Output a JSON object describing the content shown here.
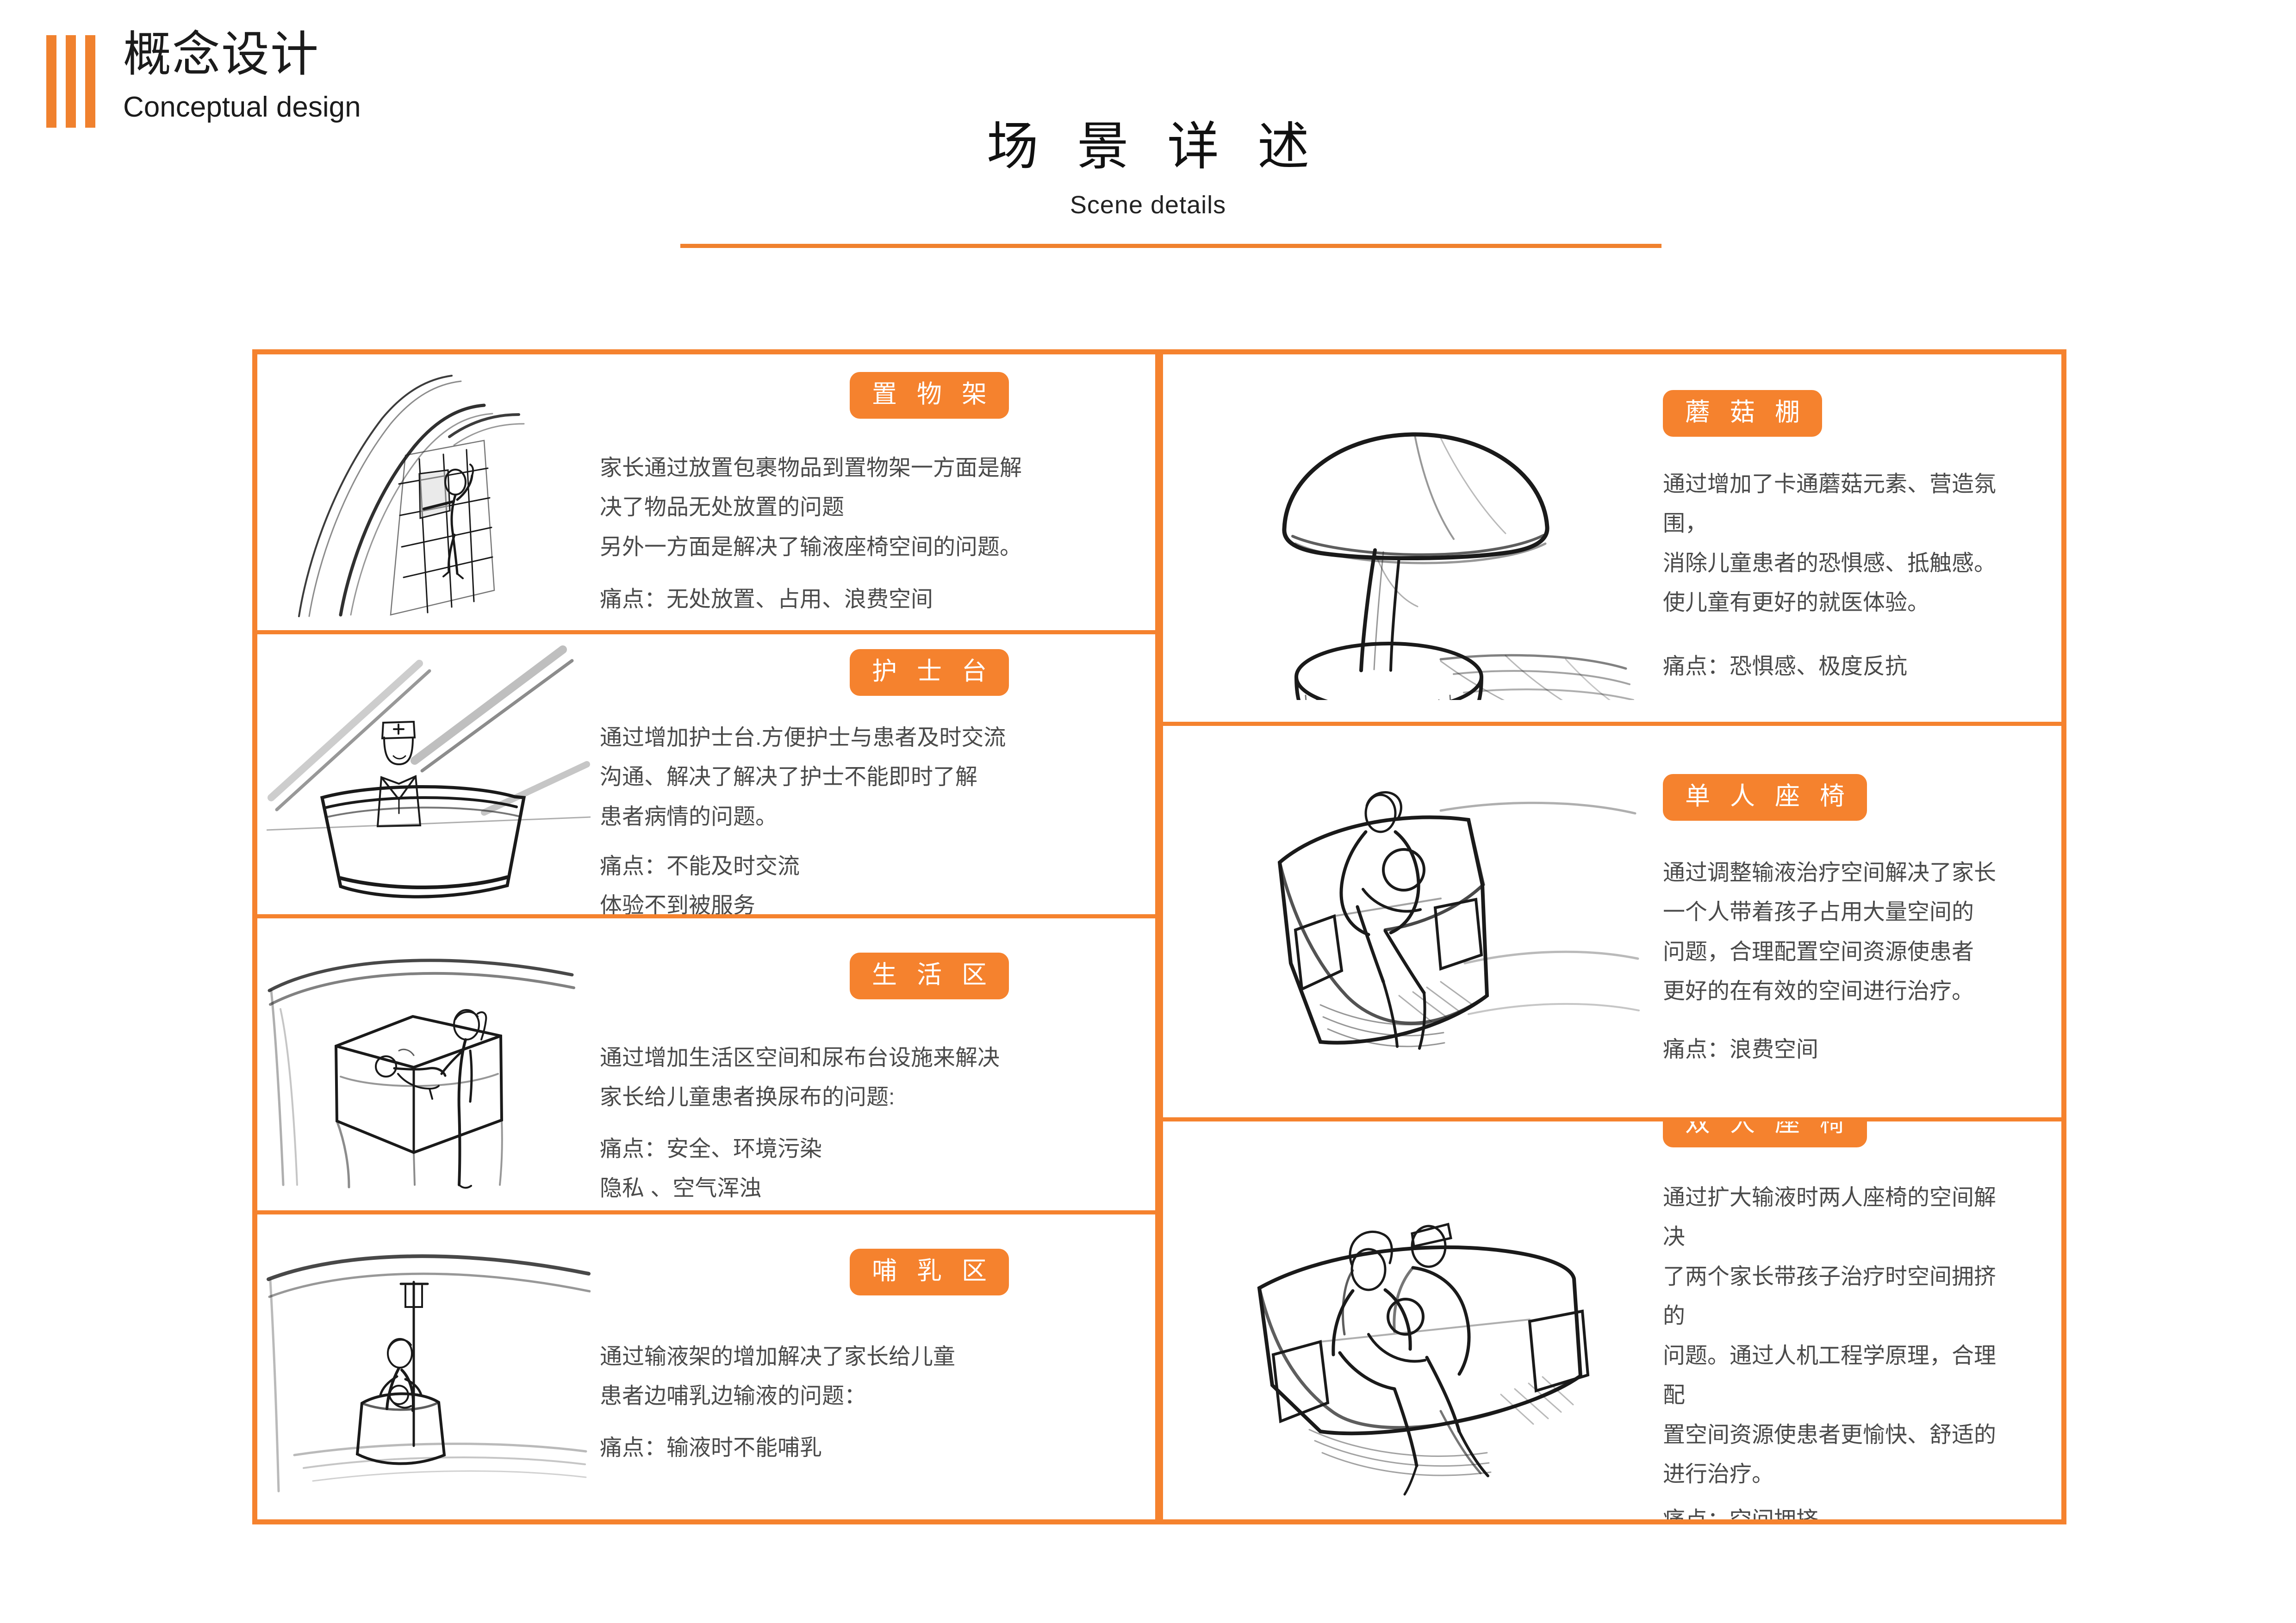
{
  "brand": {
    "cn": "概念设计",
    "en": "Conceptual design",
    "accent": "#F0812E"
  },
  "page_title": {
    "cn": "场 景 详 述",
    "en": "Scene details"
  },
  "theme": {
    "accent": "#F5822E",
    "frame_border": "#F5822E",
    "text": "#4a4a4a",
    "badge_text": "#ffffff"
  },
  "left_column": [
    {
      "badge": "置 物 架",
      "sketch": "storage-rack-sketch",
      "body": "家长通过放置包裹物品到置物架一方面是解\n决了物品无处放置的问题\n另外一方面是解决了输液座椅空间的问题。",
      "pain": "痛点：无处放置、占用、浪费空间"
    },
    {
      "badge": "护 士 台",
      "sketch": "nurse-station-sketch",
      "body": "通过增加护士台.方便护士与患者及时交流\n沟通、解决了解决了护士不能即时了解\n患者病情的问题。",
      "pain": "痛点：不能及时交流\n          体验不到被服务"
    },
    {
      "badge": "生 活 区",
      "sketch": "living-area-sketch",
      "body": "通过增加生活区空间和尿布台设施来解决\n家长给儿童患者换尿布的问题:",
      "pain": "痛点：安全、环境污染\n          隐私 、空气浑浊"
    },
    {
      "badge": "哺 乳 区",
      "sketch": "nursing-area-sketch",
      "body": "通过输液架的增加解决了家长给儿童\n患者边哺乳边输液的问题：",
      "pain": "痛点：输液时不能哺乳"
    }
  ],
  "right_column": [
    {
      "badge": "蘑 菇 棚",
      "sketch": "mushroom-canopy-sketch",
      "body": "通过增加了卡通蘑菇元素、营造氛围，\n消除儿童患者的恐惧感、抵触感。\n使儿童有更好的就医体验。",
      "pain": "痛点：恐惧感、极度反抗"
    },
    {
      "badge": "单 人 座 椅",
      "sketch": "single-seat-sketch",
      "body": "通过调整输液治疗空间解决了家长\n一个人带着孩子占用大量空间的\n问题，合理配置空间资源使患者\n更好的在有效的空间进行治疗。",
      "pain": "痛点：浪费空间"
    },
    {
      "badge": "双 人 座 椅",
      "sketch": "double-seat-sketch",
      "body": "通过扩大输液时两人座椅的空间解决\n了两个家长带孩子治疗时空间拥挤的\n问题。通过人机工程学原理，合理配\n置空间资源使患者更愉快、舒适的\n进行治疗。",
      "pain": "痛点：空间拥挤"
    }
  ]
}
